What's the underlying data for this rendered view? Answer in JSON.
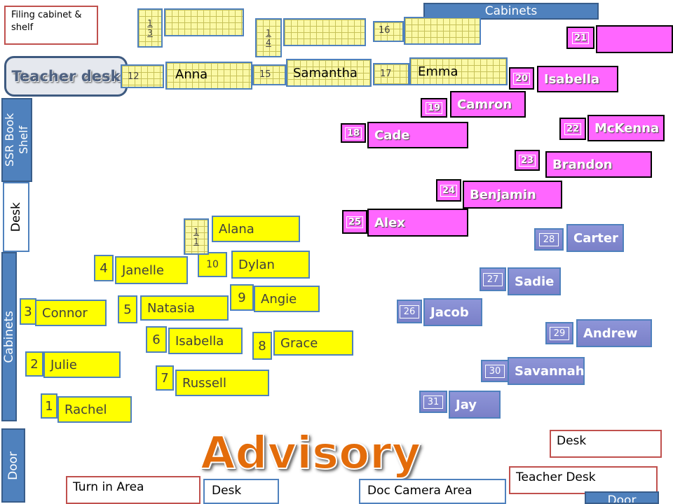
{
  "labels": {
    "filing": "Filing cabinet & shelf",
    "cabinets_top": "Cabinets",
    "teacher_desk_side": "Teacher desk",
    "ssr_shelf": "SSR Book Shelf",
    "desk_left": "Desk",
    "cabinets_left": "Cabinets",
    "door_left": "Door",
    "title": "Advisory",
    "desk_right": "Desk",
    "teacher_desk_bottom": "Teacher Desk",
    "turn_in": "Turn in Area",
    "desk_bottom": "Desk",
    "doc_camera": "Doc Camera Area",
    "door_bottom": "Door"
  },
  "desk_numbers": {
    "n13": [
      "1",
      "3"
    ],
    "n14": [
      "1",
      "4"
    ],
    "n11": [
      "1",
      "1"
    ],
    "n16": "16",
    "n12": "12",
    "n15": "15",
    "n17": "17"
  },
  "top_row": [
    {
      "number": "12",
      "name": "Anna"
    },
    {
      "number": "15",
      "name": "Samantha"
    },
    {
      "number": "17",
      "name": "Emma"
    }
  ],
  "yellow_students": [
    {
      "number": "1",
      "name": "Rachel"
    },
    {
      "number": "2",
      "name": "Julie"
    },
    {
      "number": "3",
      "name": "Connor"
    },
    {
      "number": "4",
      "name": "Janelle"
    },
    {
      "number": "5",
      "name": "Natasia"
    },
    {
      "number": "6",
      "name": "Isabella"
    },
    {
      "number": "7",
      "name": "Russell"
    },
    {
      "number": "8",
      "name": "Grace"
    },
    {
      "number": "9",
      "name": "Angie"
    },
    {
      "number": "10",
      "name": "Dylan"
    },
    {
      "number": "11",
      "name": "Alana"
    }
  ],
  "pink_students": [
    {
      "number": "18",
      "name": "Cade"
    },
    {
      "number": "19",
      "name": "Camron"
    },
    {
      "number": "20",
      "name": "Isabella"
    },
    {
      "number": "21",
      "name": ""
    },
    {
      "number": "22",
      "name": "McKenna"
    },
    {
      "number": "23",
      "name": "Brandon"
    },
    {
      "number": "24",
      "name": "Benjamin"
    },
    {
      "number": "25",
      "name": "Alex"
    }
  ],
  "purple_students": [
    {
      "number": "26",
      "name": "Jacob"
    },
    {
      "number": "27",
      "name": "Sadie"
    },
    {
      "number": "28",
      "name": "Carter"
    },
    {
      "number": "29",
      "name": "Andrew"
    },
    {
      "number": "30",
      "name": "Savannah"
    },
    {
      "number": "31",
      "name": "Jay"
    }
  ],
  "colors": {
    "yellow": "#ffff00",
    "pink": "#ff66ff",
    "purple": "#8e95d8",
    "blue": "#4f81bd",
    "grid": "#fbf9a6",
    "title": "#e36c0a",
    "label_border": "#c0504d"
  }
}
